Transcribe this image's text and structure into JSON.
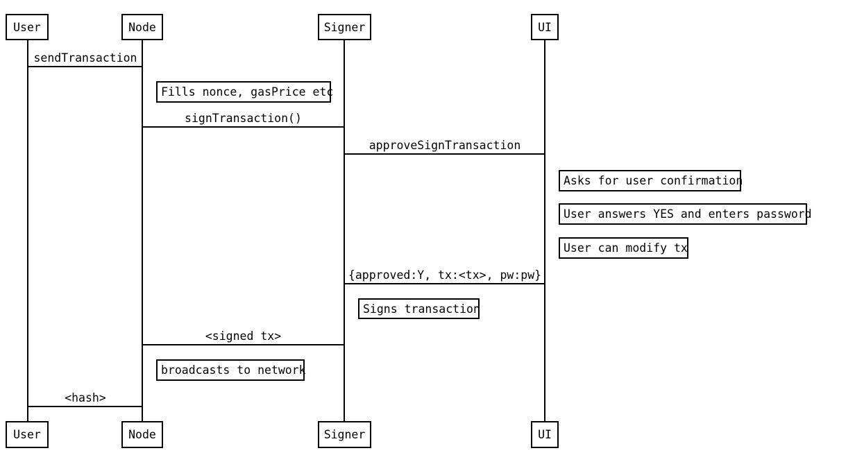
{
  "diagram": {
    "type": "sequence-diagram",
    "colors": {
      "background": "#ffffff",
      "stroke": "#000000",
      "text": "#000000"
    }
  },
  "actors": [
    {
      "name": "User"
    },
    {
      "name": "Node"
    },
    {
      "name": "Signer"
    },
    {
      "name": "UI"
    }
  ],
  "messages": [
    {
      "from": "User",
      "to": "Node",
      "label": "sendTransaction"
    },
    {
      "from": "Node",
      "to": "Signer",
      "label": "signTransaction()"
    },
    {
      "from": "Signer",
      "to": "UI",
      "label": "approveSignTransaction"
    },
    {
      "from": "UI",
      "to": "Signer",
      "label": "{approved:Y, tx:<tx>, pw:pw}"
    },
    {
      "from": "Signer",
      "to": "Node",
      "label": "<signed tx>"
    },
    {
      "from": "Node",
      "to": "User",
      "label": "<hash>"
    }
  ],
  "notes": [
    {
      "actor": "Node",
      "text": "Fills nonce, gasPrice etc"
    },
    {
      "actor": "UI",
      "text": "Asks for user confirmation"
    },
    {
      "actor": "UI",
      "text": "User answers YES and enters password"
    },
    {
      "actor": "UI",
      "text": "User can modify tx"
    },
    {
      "actor": "Signer",
      "text": "Signs transaction"
    },
    {
      "actor": "Node",
      "text": "broadcasts to network"
    }
  ]
}
